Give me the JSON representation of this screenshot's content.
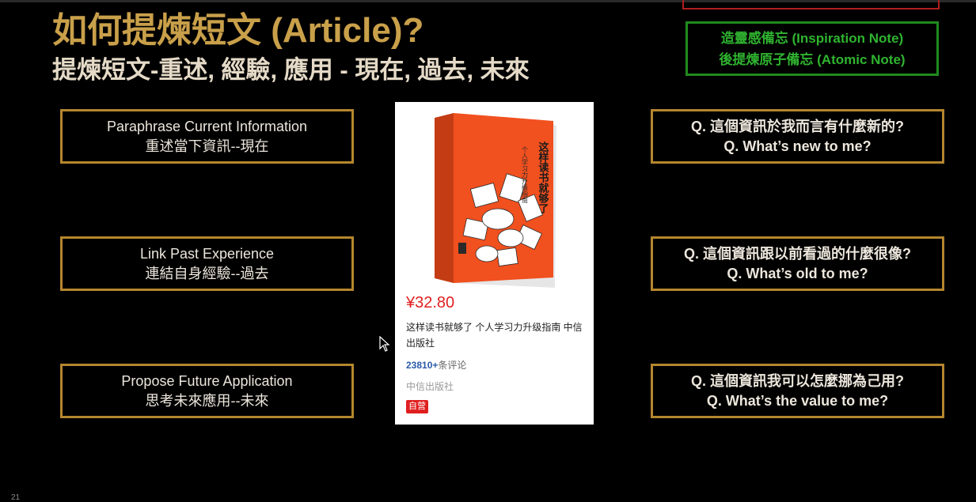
{
  "slide": {
    "title": "如何提煉短文 (Article)?",
    "subtitle": "提煉短文-重述, 經驗, 應用 - 現在, 過去, 未來",
    "page_number": "21"
  },
  "note_box": {
    "line1": "造靈感備忘 (Inspiration Note)",
    "line2": "後提煉原子備忘 (Atomic Note)"
  },
  "left_boxes": [
    {
      "en": "Paraphrase Current Information",
      "zh": "重述當下資訊--現在"
    },
    {
      "en": "Link Past Experience",
      "zh": "連結自身經驗--過去"
    },
    {
      "en": "Propose Future Application",
      "zh": "思考未來應用--未來"
    }
  ],
  "right_boxes": [
    {
      "zh": "Q. 這個資訊於我而言有什麼新的?",
      "en": "Q. What’s new to me?"
    },
    {
      "zh": "Q. 這個資訊跟以前看過的什麼很像?",
      "en": "Q. What’s old to me?"
    },
    {
      "zh": "Q. 這個資訊我可以怎麼挪為己用?",
      "en": "Q. What’s the value to me?"
    }
  ],
  "product": {
    "cover_title": "这样读书就够了",
    "cover_subtitle": "个人学习力升级指南",
    "price": "¥32.80",
    "name": "这样读书就够了 个人学习力升级指南 中信出版社",
    "review_count": "23810+",
    "review_label": "条评论",
    "publisher": "中信出版社",
    "badge": "自营"
  },
  "colors": {
    "title": "#c9a04a",
    "box_border": "#b5862e",
    "note_border": "#1f8a1f",
    "note_text": "#2fb32f",
    "price": "#e02020",
    "book_cover": "#f1501f"
  }
}
